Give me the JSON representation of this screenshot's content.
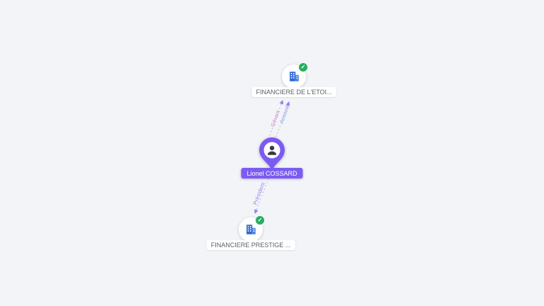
{
  "canvas": {
    "background": "#f3f4f7"
  },
  "icons": {
    "check": "✓"
  },
  "colors": {
    "accent_purple": "#7b5cf0",
    "company_blue": "#2e6bd8",
    "verified_green": "#27ae60",
    "edge_stroke": "#b9b0ef",
    "edge_label_gerant": "#cf8bd0",
    "edge_label_associe": "#8b9af0",
    "edge_label_president": "#8f7ff2",
    "node_label_text": "#5c6066"
  },
  "graph": {
    "nodes": {
      "company_top": {
        "type": "company",
        "label": "FINANCIERE DE L'ETOI...",
        "verified": true
      },
      "person": {
        "type": "person",
        "label": "Lionel COSSARD"
      },
      "company_bottom": {
        "type": "company",
        "label": "FINANCIERE PRESTIGE ...",
        "verified": true
      }
    },
    "edges": [
      {
        "from": "person",
        "to": "company_top",
        "labels": [
          "Gérant",
          "Associé"
        ]
      },
      {
        "from": "person",
        "to": "company_bottom",
        "labels": [
          "Président"
        ]
      }
    ]
  }
}
